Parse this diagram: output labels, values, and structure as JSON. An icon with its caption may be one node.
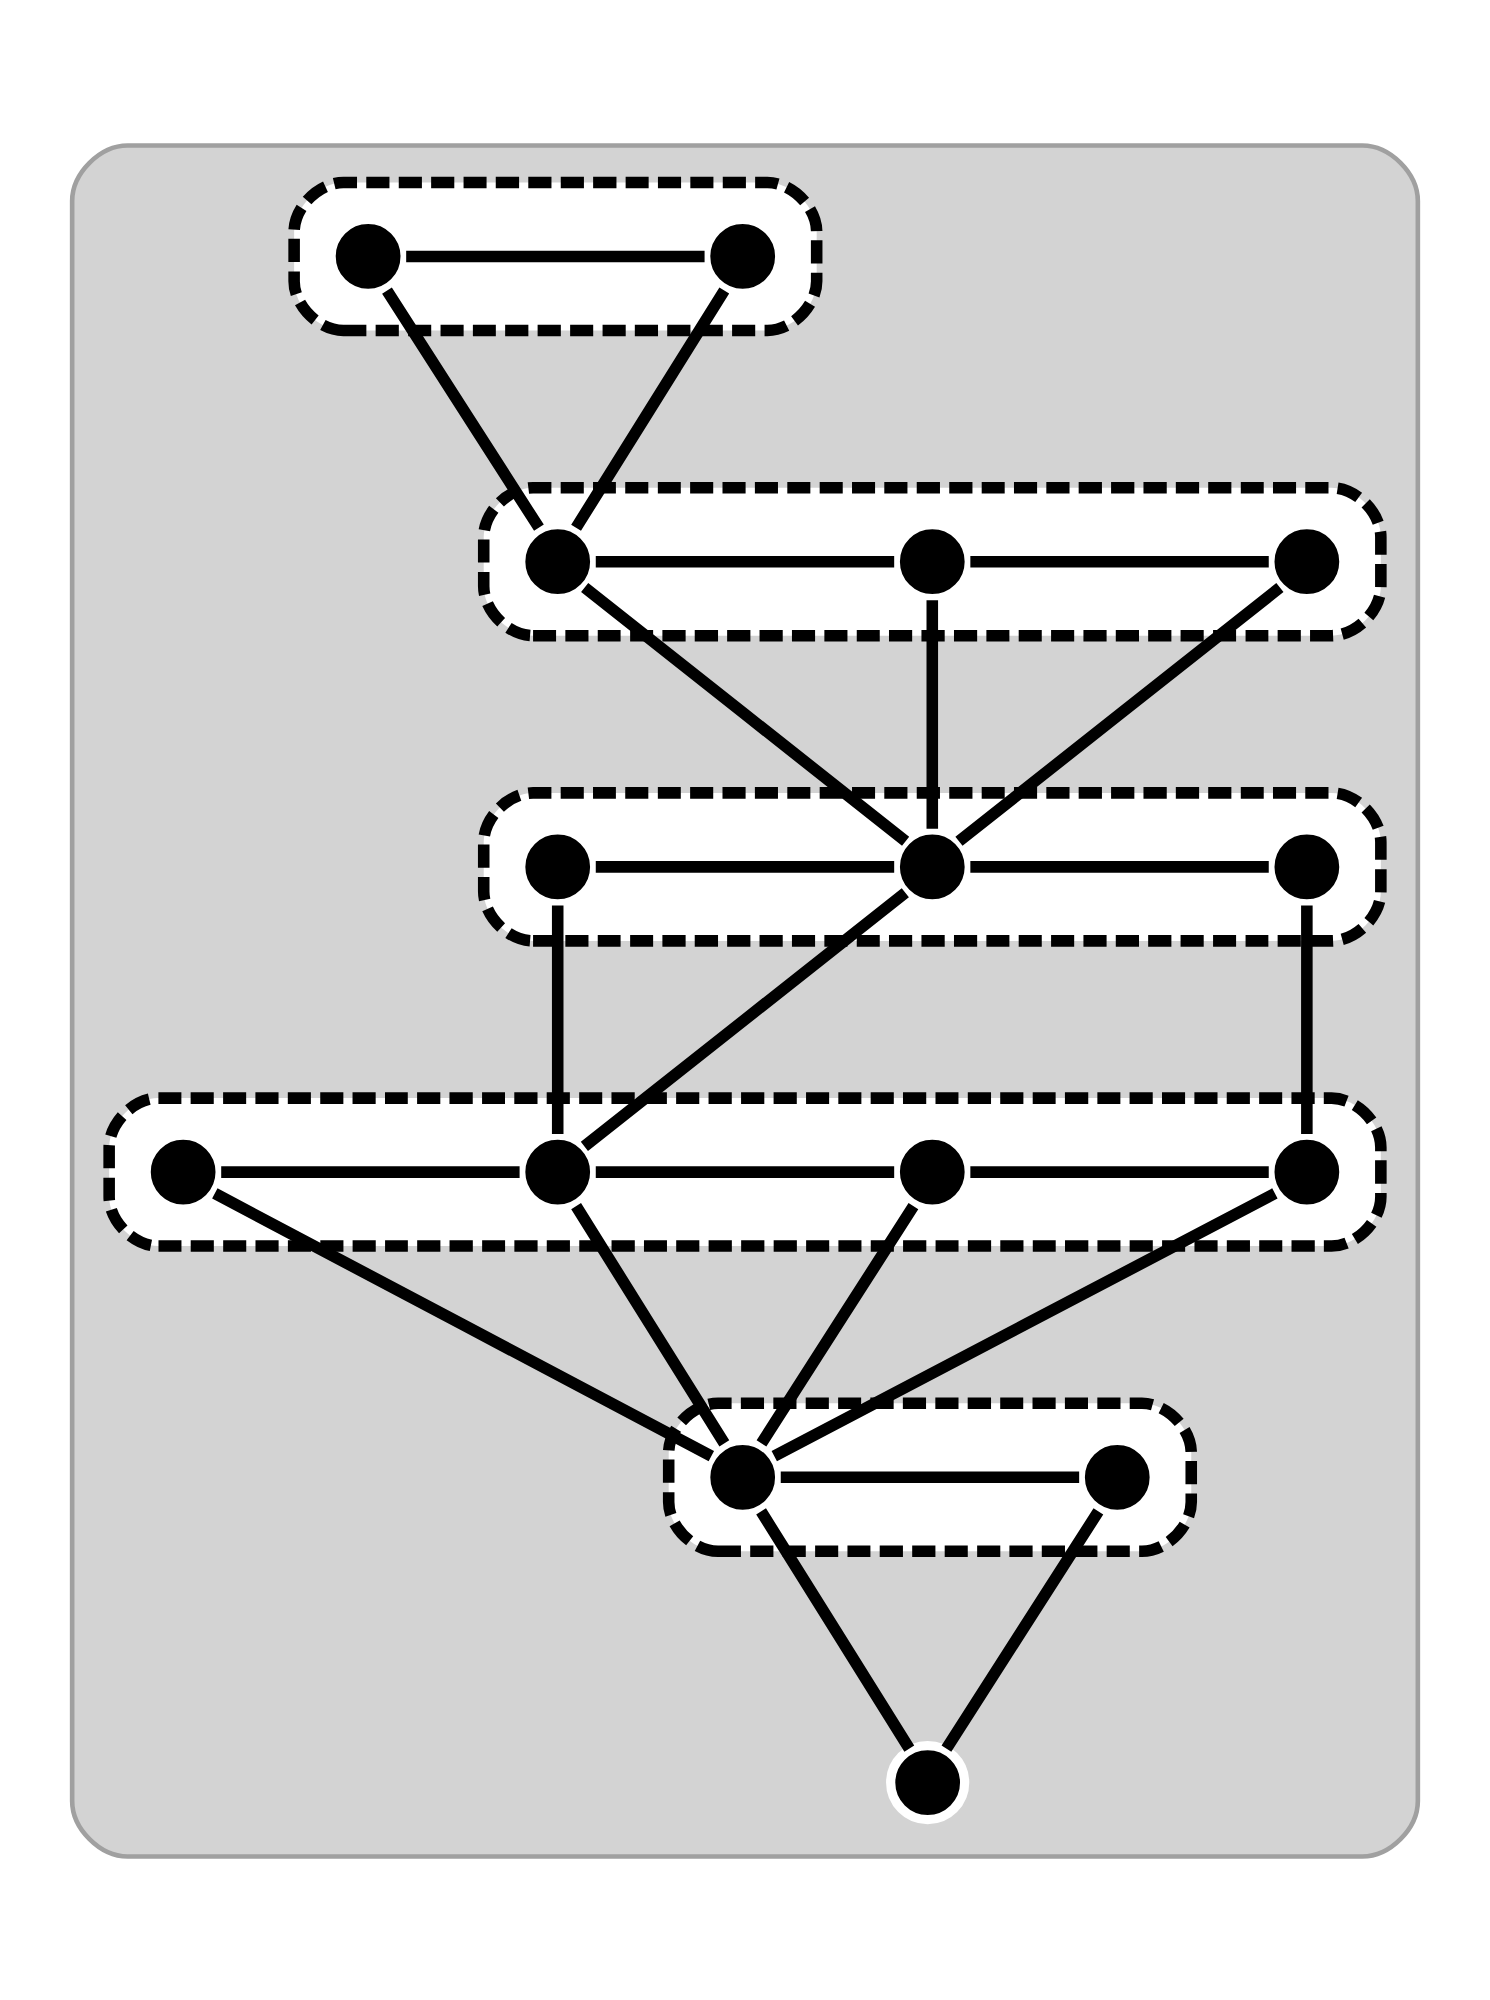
{
  "diagram": {
    "nodes": [
      {
        "text": [],
        "shape": "cloud"
      },
      {
        "text": [],
        "shape": "ellipse",
        "in": 0
      },
      {
        "text": [],
        "shape": "ellipse",
        "in": 0
      },
      {
        "text": [],
        "shape": "ellipse",
        "in": 0
      },
      {
        "text": [],
        "shape": "ellipse",
        "in": 0
      },
      {
        "text": [],
        "shape": "ellipse",
        "in": 0
      },
      {
        "text": [],
        "shape": "circle",
        "in": 1
      },
      {
        "text": [],
        "shape": "circle",
        "in": 1
      },
      {
        "text": [],
        "shape": "circle",
        "in": 2
      },
      {
        "text": [],
        "shape": "circle",
        "in": 2
      },
      {
        "text": [],
        "shape": "circle",
        "in": 2
      },
      {
        "text": [],
        "shape": "circle",
        "in": 3
      },
      {
        "text": [],
        "shape": "circle",
        "in": 3
      },
      {
        "text": [],
        "shape": "circle",
        "in": 3
      },
      {
        "text": [],
        "shape": "circle",
        "in": 4
      },
      {
        "text": [],
        "shape": "circle",
        "in": 4
      },
      {
        "text": [],
        "shape": "circle",
        "in": 4
      },
      {
        "text": [],
        "shape": "circle",
        "in": 4
      },
      {
        "text": [],
        "shape": "circle",
        "in": 5
      },
      {
        "text": [],
        "shape": "circle",
        "in": 5
      },
      {
        "text": [],
        "shape": "circle",
        "in": 0
      }
    ],
    "edges": [
      {
        "from": 6,
        "to": 7,
        "arrow": "none"
      },
      {
        "from": 6,
        "to": 8,
        "arrow": "none"
      },
      {
        "from": 7,
        "to": 8,
        "arrow": "none"
      },
      {
        "from": 8,
        "to": 9,
        "arrow": "none"
      },
      {
        "from": 9,
        "to": 10,
        "arrow": "none"
      },
      {
        "from": 8,
        "to": 12,
        "arrow": "none"
      },
      {
        "from": 9,
        "to": 12,
        "arrow": "none"
      },
      {
        "from": 10,
        "to": 12,
        "arrow": "none"
      },
      {
        "from": 11,
        "to": 12,
        "arrow": "none"
      },
      {
        "from": 12,
        "to": 13,
        "arrow": "none"
      },
      {
        "from": 11,
        "to": 15,
        "arrow": "none"
      },
      {
        "from": 12,
        "to": 15,
        "arrow": "none"
      },
      {
        "from": 13,
        "to": 17,
        "arrow": "none"
      },
      {
        "from": 14,
        "to": 15,
        "arrow": "none"
      },
      {
        "from": 15,
        "to": 16,
        "arrow": "none"
      },
      {
        "from": 16,
        "to": 17,
        "arrow": "none"
      },
      {
        "from": 14,
        "to": 18,
        "arrow": "none"
      },
      {
        "from": 15,
        "to": 18,
        "arrow": "none"
      },
      {
        "from": 16,
        "to": 18,
        "arrow": "none"
      },
      {
        "from": 17,
        "to": 18,
        "arrow": "none"
      },
      {
        "from": 18,
        "to": 19,
        "arrow": "none"
      },
      {
        "from": 18,
        "to": 20,
        "arrow": "none"
      },
      {
        "from": 19,
        "to": 20,
        "arrow": "none"
      }
    ]
  }
}
